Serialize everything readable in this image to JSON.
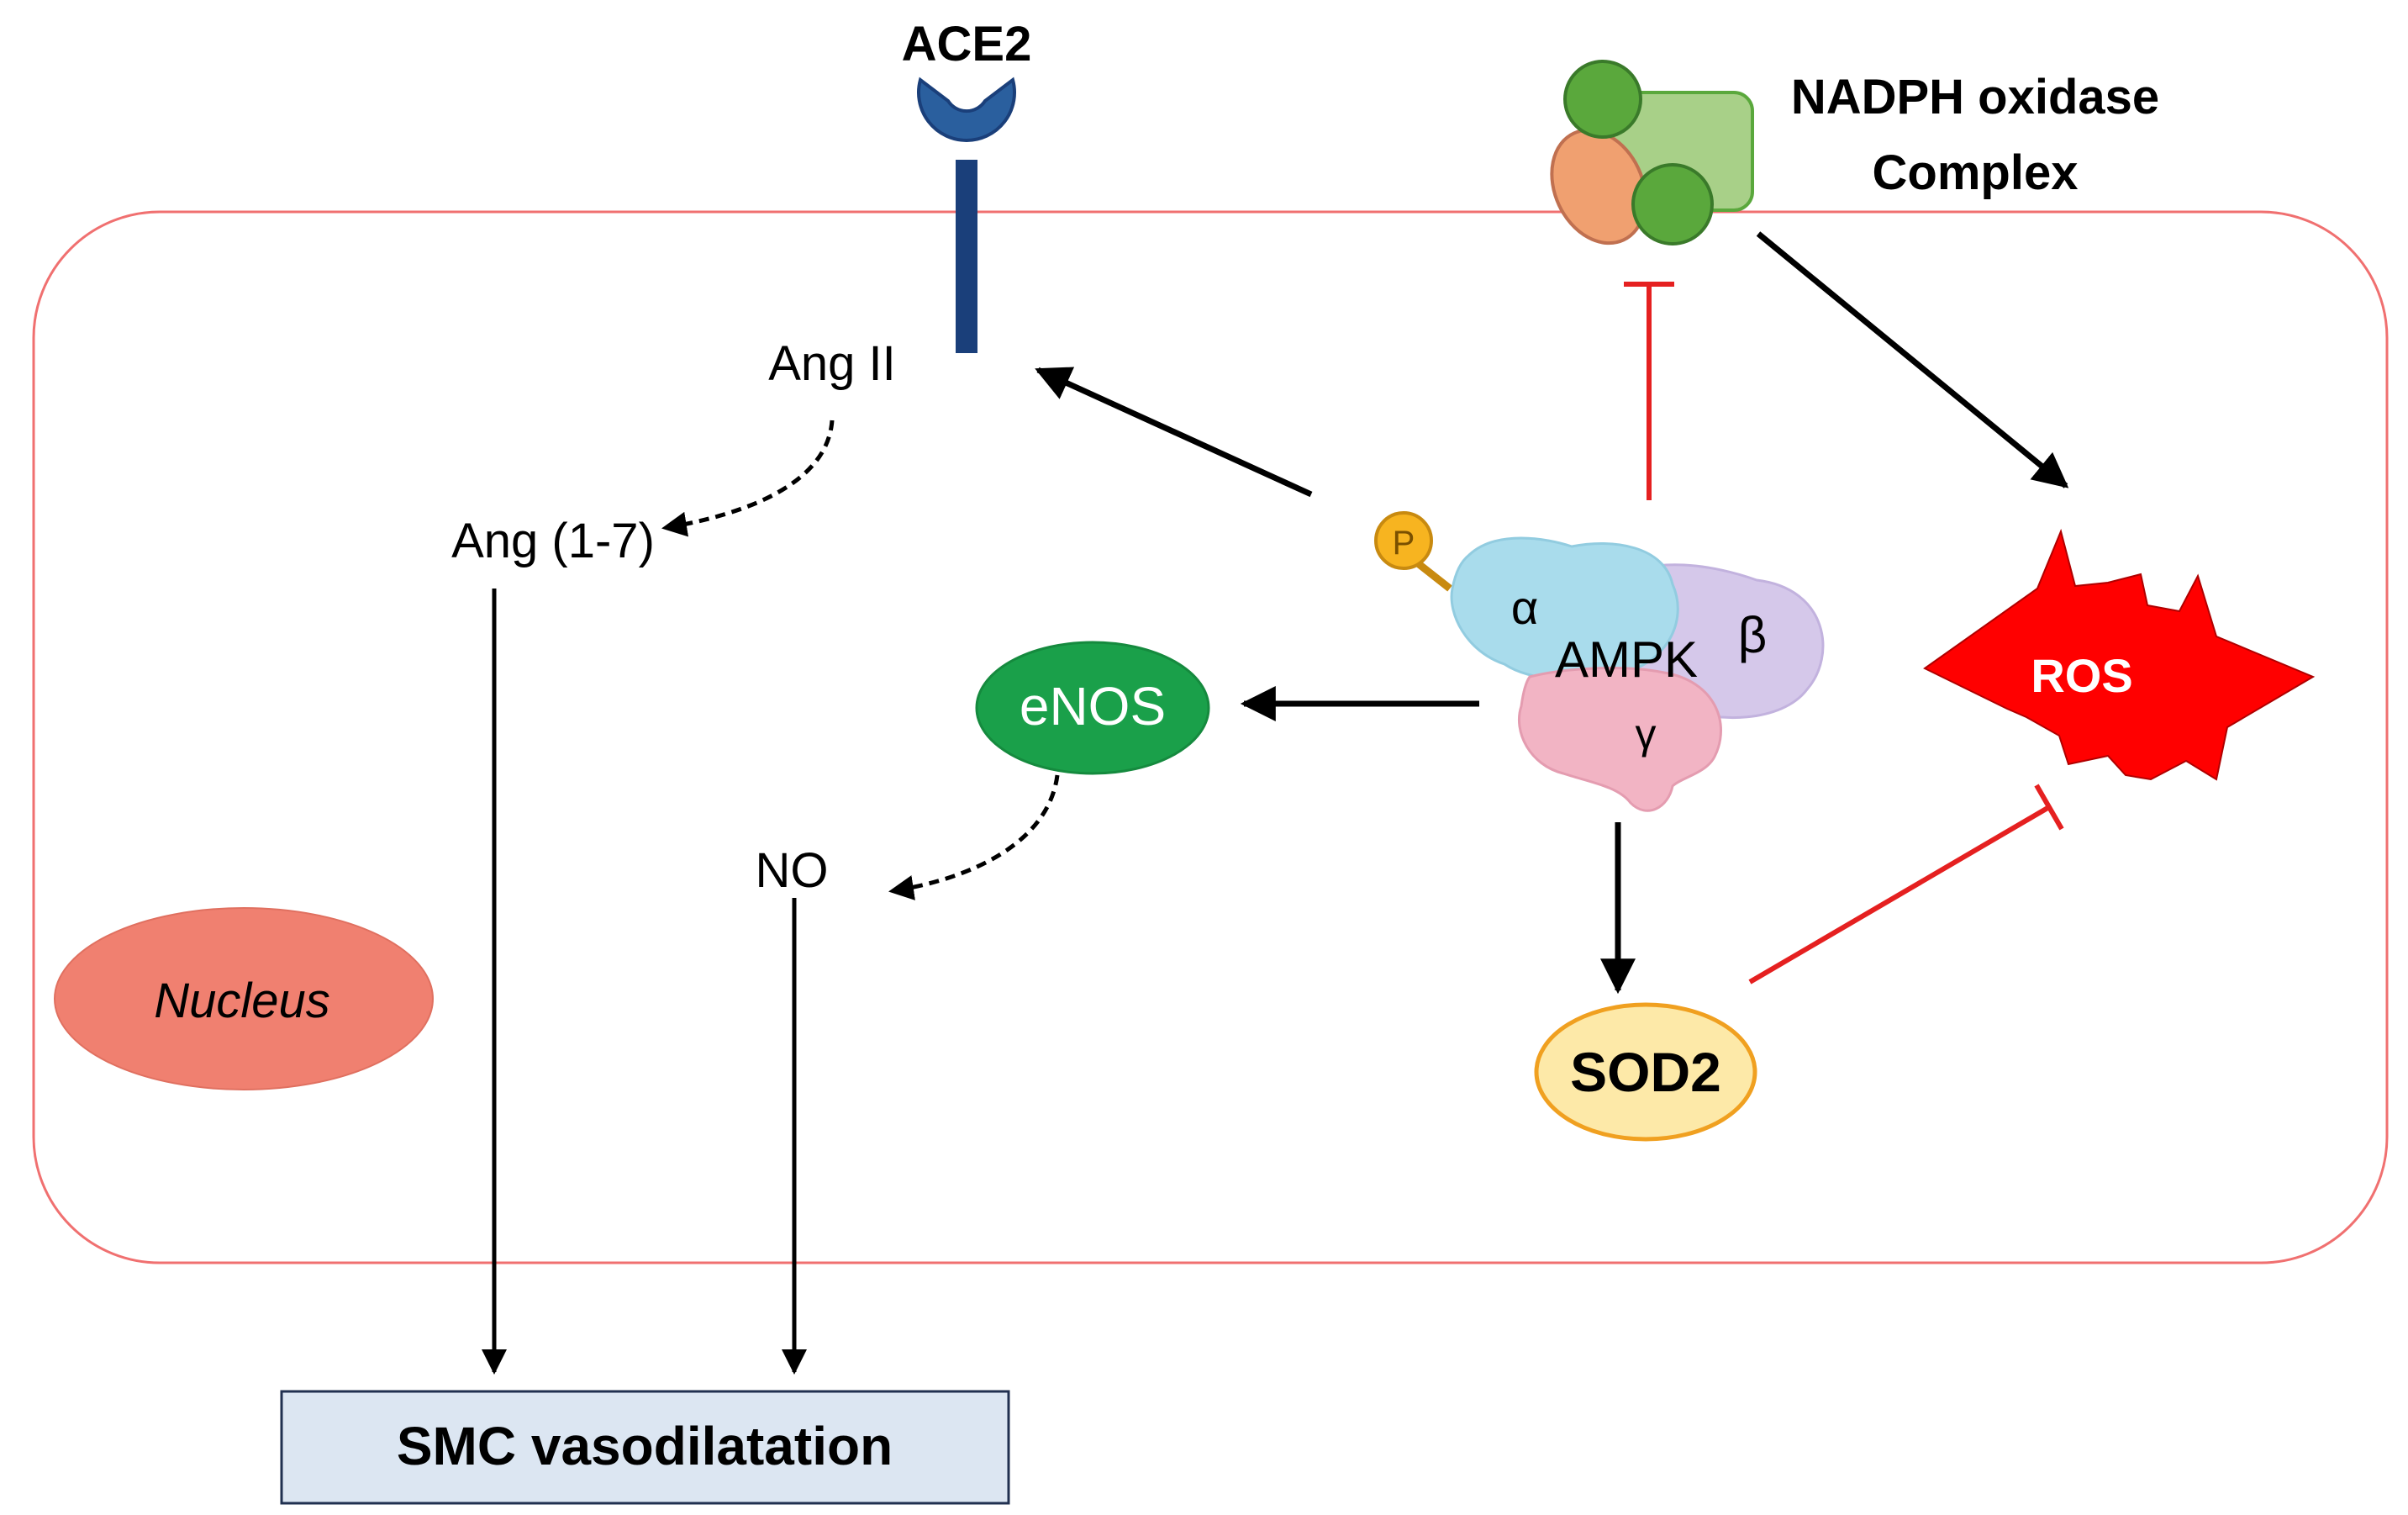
{
  "receptor": {
    "label": "ACE2"
  },
  "nadph": {
    "line1": "NADPH oxidase",
    "line2": "Complex"
  },
  "molecules": {
    "ang2": "Ang II",
    "ang17": "Ang (1-7)",
    "no": "NO"
  },
  "enos": {
    "label": "eNOS"
  },
  "ampk": {
    "label": "AMPK",
    "alpha": "α",
    "beta": "β",
    "gamma": "γ",
    "phospho": "P"
  },
  "ros": {
    "label": "ROS"
  },
  "sod2": {
    "label": "SOD2"
  },
  "nucleus": {
    "label": "Nucleus"
  },
  "outcome": {
    "label": "SMC vasodilatation"
  },
  "colors": {
    "cell_membrane": "#f07070",
    "receptor": "#2a5f9e",
    "receptor_stem": "#1a3f7a",
    "enos": "#1aa04a",
    "ros": "#ff0000",
    "sod2_fill": "#fde9a8",
    "sod2_stroke": "#f0a020",
    "nucleus": "#f08070",
    "inhibition": "#e52020",
    "outcome_fill": "#dce6f2",
    "outcome_stroke": "#203050",
    "ampk_alpha": "#a9dcec",
    "ampk_beta": "#d5c8ea",
    "ampk_gamma": "#f2b4c4",
    "phospho": "#f7b420",
    "nadph_green": "#5aa83c",
    "nadph_light": "#a8d088",
    "nadph_orange": "#f0a070"
  }
}
